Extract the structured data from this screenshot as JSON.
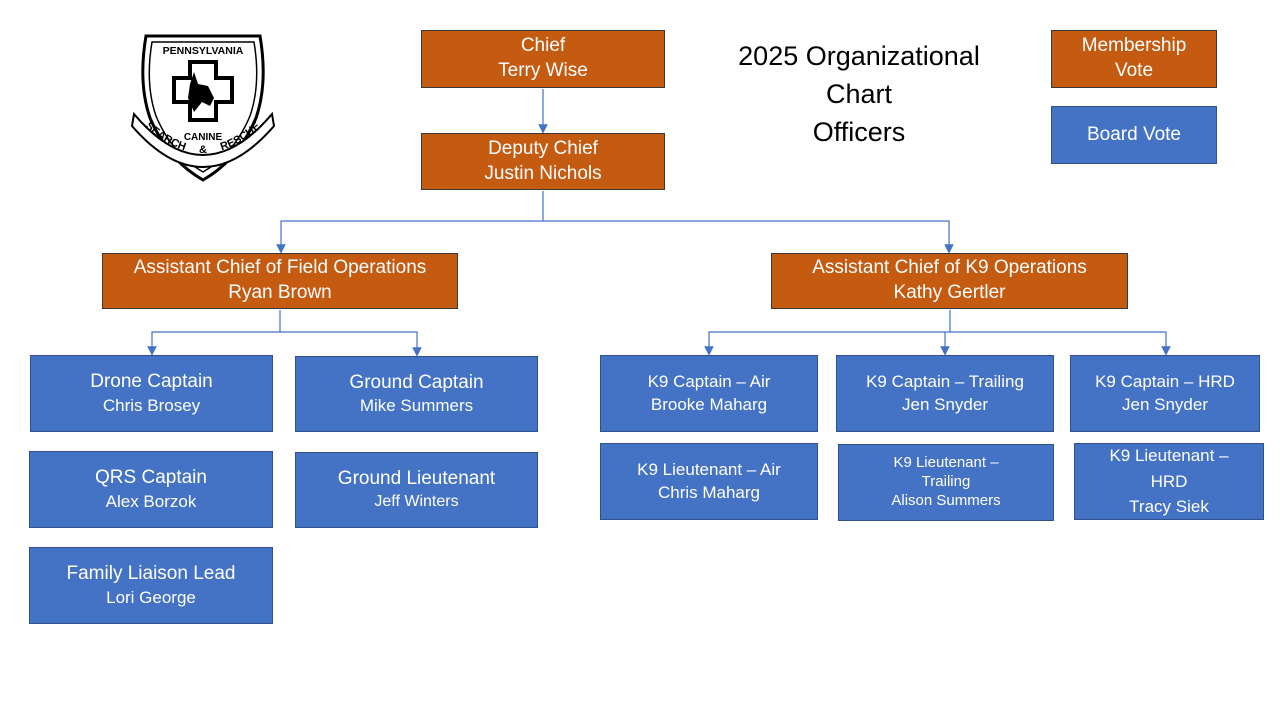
{
  "title": {
    "line1": "2025 Organizational",
    "line2": "Chart",
    "line3": "Officers"
  },
  "logo": {
    "top_text": "PENNSYLVANIA",
    "middle_text": "CANINE",
    "banner_left": "SEARCH",
    "banner_amp": "&",
    "banner_right": "RESCUE"
  },
  "legend": {
    "membership_line1": "Membership",
    "membership_line2": "Vote",
    "board": "Board Vote"
  },
  "colors": {
    "membership_vote": "#c55a11",
    "board_vote": "#4472c4",
    "connector": "#4472c4"
  },
  "chief": {
    "role": "Chief",
    "name": "Terry Wise"
  },
  "deputy": {
    "role": "Deputy Chief",
    "name": "Justin Nichols"
  },
  "field": {
    "role": "Assistant Chief of Field Operations",
    "name": "Ryan Brown",
    "drone": {
      "role": "Drone Captain",
      "name": "Chris Brosey"
    },
    "ground": {
      "role": "Ground Captain",
      "name": "Mike Summers"
    },
    "qrs": {
      "role": "QRS Captain",
      "name": "Alex Borzok"
    },
    "ground_lt": {
      "role": "Ground Lieutenant",
      "name": "Jeff Winters"
    },
    "family": {
      "role": "Family Liaison Lead",
      "name": "Lori George"
    }
  },
  "k9": {
    "role": "Assistant Chief of K9 Operations",
    "name": "Kathy Gertler",
    "air_captain": {
      "role": "K9 Captain – Air",
      "name": "Brooke Maharg"
    },
    "trailing_captain": {
      "role": "K9 Captain – Trailing",
      "name": "Jen Snyder"
    },
    "hrd_captain": {
      "role": "K9 Captain – HRD",
      "name": "Jen Snyder"
    },
    "air_lt": {
      "role": "K9 Lieutenant – Air",
      "name": "Chris Maharg"
    },
    "trailing_lt": {
      "role_line1": "K9 Lieutenant –",
      "role_line2": "Trailing",
      "name": "Alison Summers"
    },
    "hrd_lt": {
      "role_line1": "K9 Lieutenant –",
      "role_line2": "HRD",
      "name": "Tracy Siek"
    }
  }
}
